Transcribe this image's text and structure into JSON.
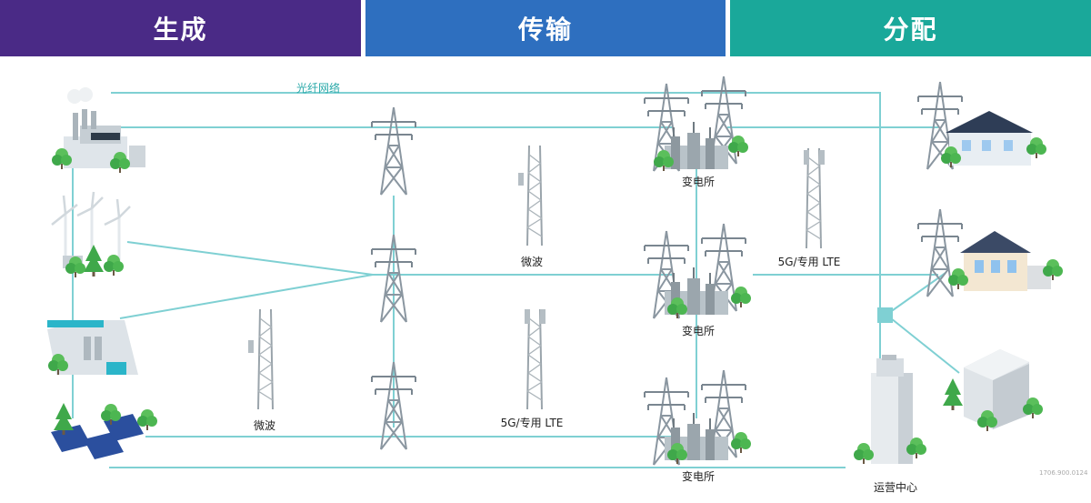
{
  "banners": {
    "generation": "生成",
    "transmission": "传输",
    "distribution": "分配"
  },
  "colors": {
    "generation": "#4a2a86",
    "transmission": "#2e6fbf",
    "distribution": "#1aa89a",
    "line": "#7fd0d3"
  },
  "labels": {
    "fiber_network": "光纤网络",
    "microwave_left": "微波",
    "microwave_center": "微波",
    "lte_center": "5G/专用 LTE",
    "lte_right": "5G/专用 LTE",
    "substation_top": "变电所",
    "substation_middle": "变电所",
    "substation_bottom": "变电所",
    "operations_center": "运营中心",
    "doc_id": "1706.900.0124"
  },
  "icons": [
    "factory-icon",
    "wind-turbine-icon",
    "hydro-dam-icon",
    "solar-panel-icon",
    "transmission-tower-icon",
    "microwave-tower-icon",
    "lte-tower-icon",
    "substation-icon",
    "house-icon",
    "office-building-icon",
    "network-switch-icon"
  ]
}
